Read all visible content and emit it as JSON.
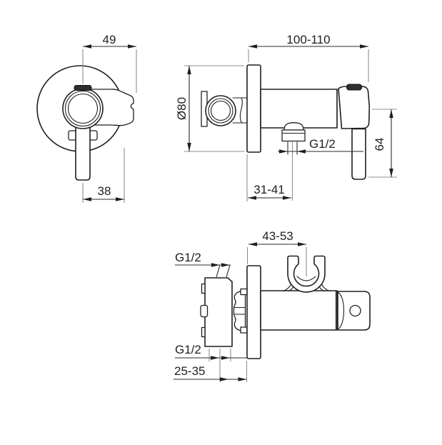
{
  "drawing": {
    "background": "#ffffff",
    "line_color": "#1f1f1f",
    "extension_line_color": "#8e8e8e",
    "views": {
      "front": {
        "width_to_holder": "49",
        "lever_to_edge": "38"
      },
      "side": {
        "wall_to_front": "100-110",
        "escutcheon_diameter": "Ø80",
        "outlet_thread": "G1/2",
        "lever_length": "64",
        "wall_to_outlet": "31-41"
      },
      "top": {
        "wall_to_holder": "43-53",
        "inlet_thread": "G1/2",
        "outlet_thread": "G1/2",
        "inlet_to_wall": "25-35"
      }
    }
  }
}
